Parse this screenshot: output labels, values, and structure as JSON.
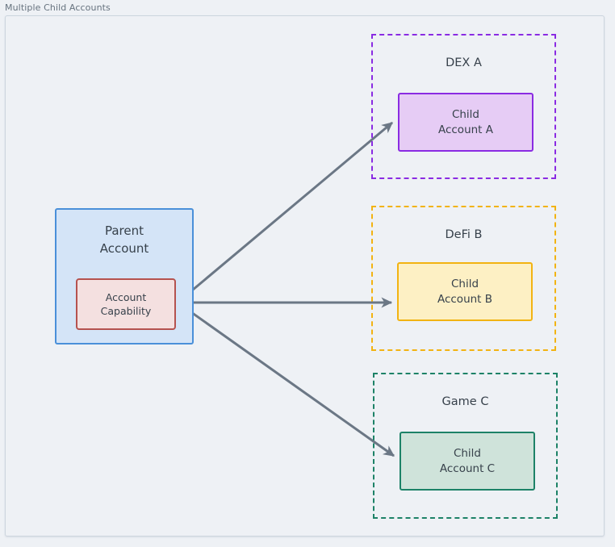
{
  "diagram": {
    "title": "Multiple Child Accounts",
    "background_color": "#eef1f5",
    "frame_border_color": "#ccd5de",
    "connector_color": "#6b7785"
  },
  "parent": {
    "label": "Parent\nAccount",
    "fill_color": "#d4e4f7",
    "border_color": "#4a90d9",
    "capability": {
      "label": "Account\nCapability",
      "fill_color": "#f4e0e0",
      "border_color": "#b5524f"
    }
  },
  "groups": [
    {
      "id": "dex-a",
      "title": "DEX A",
      "border_color": "#8a2be2",
      "border_style": "dashed",
      "child": {
        "label": "Child\nAccount A",
        "fill_color": "#e6ccf5",
        "border_color": "#8a2be2"
      }
    },
    {
      "id": "defi-b",
      "title": "DeFi B",
      "border_color": "#f2b312",
      "border_style": "dashed",
      "child": {
        "label": "Child\nAccount B",
        "fill_color": "#fdf0c4",
        "border_color": "#f2b312"
      }
    },
    {
      "id": "game-c",
      "title": "Game C",
      "border_color": "#1d8267",
      "border_style": "dashed",
      "child": {
        "label": "Child\nAccount C",
        "fill_color": "#cfe3da",
        "border_color": "#1d8267"
      }
    }
  ],
  "connectors": [
    {
      "from": "account-capability",
      "to": "child-account-a",
      "style": "solid-arrow"
    },
    {
      "from": "account-capability",
      "to": "child-account-b",
      "style": "solid-arrow"
    },
    {
      "from": "account-capability",
      "to": "child-account-c",
      "style": "solid-arrow"
    }
  ]
}
